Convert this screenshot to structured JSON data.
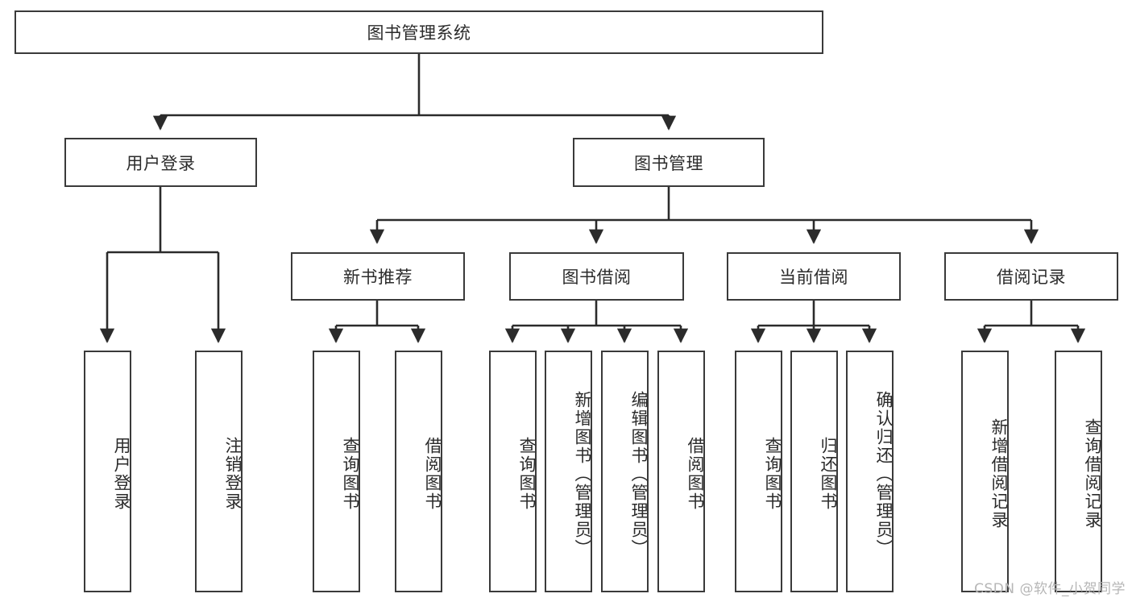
{
  "diagram": {
    "title": "图书管理系统",
    "type": "hierarchy-tree",
    "watermark": "CSDN @软件_小贺同学",
    "colors": {
      "box_border": "#3a3a3a",
      "box_fill": "#ffffff",
      "connector": "#2b2b2b",
      "text": "#2b2b2b",
      "watermark": "#b6b6b6",
      "background": "#ffffff"
    },
    "levels": {
      "root": {
        "label": "图书管理系统"
      },
      "level2": [
        {
          "label": "用户登录"
        },
        {
          "label": "图书管理"
        }
      ],
      "level3": [
        {
          "label": "新书推荐"
        },
        {
          "label": "图书借阅"
        },
        {
          "label": "当前借阅"
        },
        {
          "label": "借阅记录"
        }
      ],
      "leaves": {
        "user_login": [
          {
            "label": "用户登录"
          },
          {
            "label": "注销登录"
          }
        ],
        "new_book_recommend": [
          {
            "label": "查询图书"
          },
          {
            "label": "借阅图书"
          }
        ],
        "book_borrow": [
          {
            "label": "查询图书"
          },
          {
            "label": "新增图书（管理员）"
          },
          {
            "label": "编辑图书（管理员）"
          },
          {
            "label": "借阅图书"
          }
        ],
        "current_borrow": [
          {
            "label": "查询图书"
          },
          {
            "label": "归还图书"
          },
          {
            "label": "确认归还（管理员）"
          }
        ],
        "borrow_record": [
          {
            "label": "新增借阅记录"
          },
          {
            "label": "查询借阅记录"
          }
        ]
      }
    }
  }
}
